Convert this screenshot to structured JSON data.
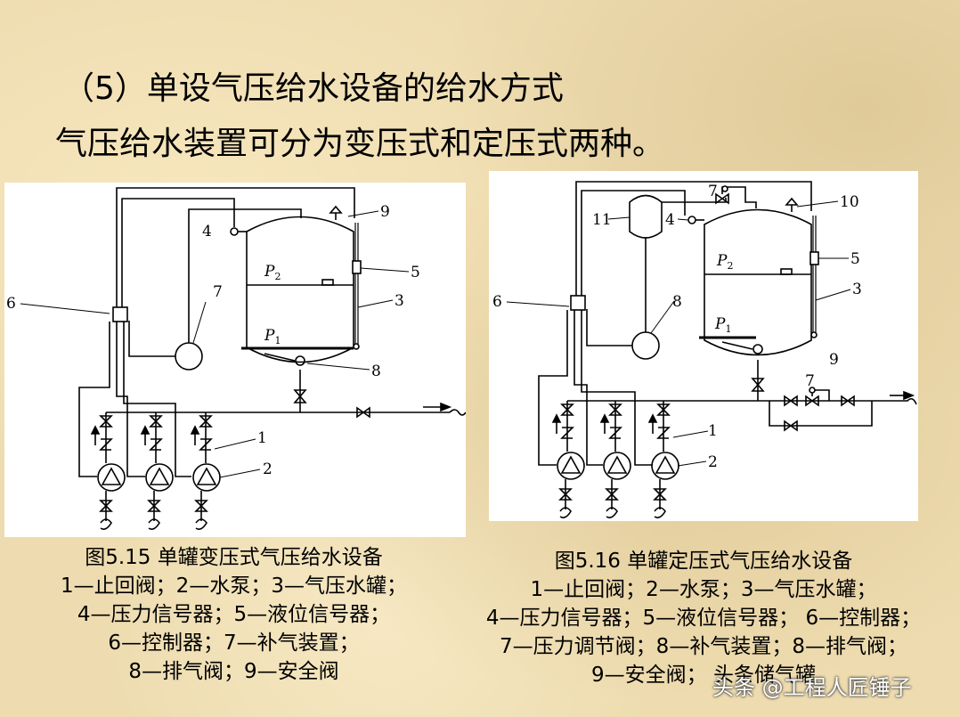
{
  "heading": "（5）单设气压给水设备的给水方式",
  "subheading": "气压给水装置可分为变压式和定压式两种。",
  "figure1": {
    "title": "图5.15  单罐变压式气压给水设备",
    "legend_lines": [
      "1—止回阀；2—水泵；3—气压水罐；",
      "4—压力信号器；5—液位信号器；",
      "6—控制器；7—补气装置；",
      "8—排气阀；9—安全阀"
    ],
    "labels": {
      "n1": "1",
      "n2": "2",
      "n3": "3",
      "n4": "4",
      "n5": "5",
      "n6": "6",
      "n7": "7",
      "n8": "8",
      "n9": "9",
      "p2": "P",
      "p2sub": "2",
      "p1": "P",
      "p1sub": "1"
    }
  },
  "figure2": {
    "title": "图5.16  单罐定压式气压给水设备",
    "legend_lines": [
      "1—止回阀；2—水泵；3—气压水罐；",
      "4—压力信号器；5—液位信号器；  6—控制器；",
      "7—压力调节阀；8—补气装置；8—排气阀；",
      "9—安全阀；  头条储气罐"
    ],
    "labels": {
      "n1": "1",
      "n2": "2",
      "n3": "3",
      "n4": "4",
      "n5": "5",
      "n6": "6",
      "n7a": "7",
      "n7b": "7",
      "n8": "8",
      "n9": "9",
      "n10": "10",
      "n11": "11",
      "p2": "P",
      "p2sub": "2",
      "p1": "P",
      "p1sub": "1"
    }
  },
  "watermark": "头条 @工程人匠锤子"
}
